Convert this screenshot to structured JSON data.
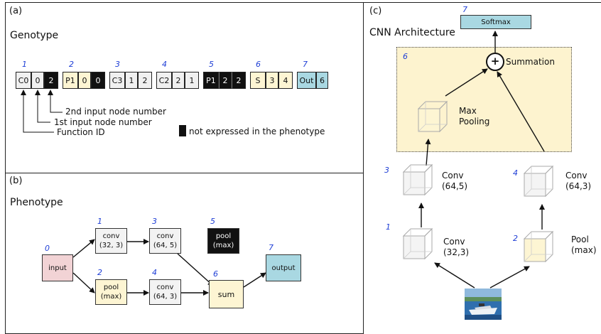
{
  "panel_a": {
    "label": "(a)",
    "title": "Genotype",
    "genes": [
      {
        "index": "1",
        "cells": [
          "C0",
          "0",
          "2"
        ]
      },
      {
        "index": "2",
        "cells": [
          "P1",
          "0",
          "0"
        ]
      },
      {
        "index": "3",
        "cells": [
          "C3",
          "1",
          "2"
        ]
      },
      {
        "index": "4",
        "cells": [
          "C2",
          "2",
          "1"
        ]
      },
      {
        "index": "5",
        "cells": [
          "P1",
          "2",
          "2"
        ]
      },
      {
        "index": "6",
        "cells": [
          "S",
          "3",
          "4"
        ]
      },
      {
        "index": "7",
        "cells": [
          "Out",
          "6"
        ]
      }
    ],
    "annotations": {
      "second_input": "2nd input node number",
      "first_input": "1st input node number",
      "function_id": "Function ID",
      "not_expressed": "not expressed in the phenotype"
    }
  },
  "panel_b": {
    "label": "(b)",
    "title": "Phenotype",
    "nodes": {
      "n0": {
        "index": "0",
        "label": "input"
      },
      "n1": {
        "index": "1",
        "label": "conv\n(32, 3)"
      },
      "n2": {
        "index": "2",
        "label": "pool\n(max)"
      },
      "n3": {
        "index": "3",
        "label": "conv\n(64, 5)"
      },
      "n4": {
        "index": "4",
        "label": "conv\n(64, 3)"
      },
      "n5": {
        "index": "5",
        "label": "pool\n(max)"
      },
      "n6": {
        "index": "6",
        "label": "sum"
      },
      "n7": {
        "index": "7",
        "label": "output"
      }
    }
  },
  "panel_c": {
    "label": "(c)",
    "title": "CNN Architecture",
    "softmax": {
      "index": "7",
      "label": "Softmax"
    },
    "summation": {
      "index": "6",
      "label": "Summation",
      "symbol": "+"
    },
    "maxpool": {
      "label": "Max\nPooling"
    },
    "conv3": {
      "index": "3",
      "label": "Conv\n(64,5)"
    },
    "conv4": {
      "index": "4",
      "label": "Conv\n(64,3)"
    },
    "conv1": {
      "index": "1",
      "label": "Conv\n(32,3)"
    },
    "pool2": {
      "index": "2",
      "label": "Pool\n(max)"
    }
  },
  "colors": {
    "cream": "#fdf5d3",
    "cream_box": "#fdf3cf",
    "pink": "#f2d3d5",
    "light_blue": "#a9d8e2",
    "black": "#111111",
    "index_blue": "#1f3fd6"
  }
}
